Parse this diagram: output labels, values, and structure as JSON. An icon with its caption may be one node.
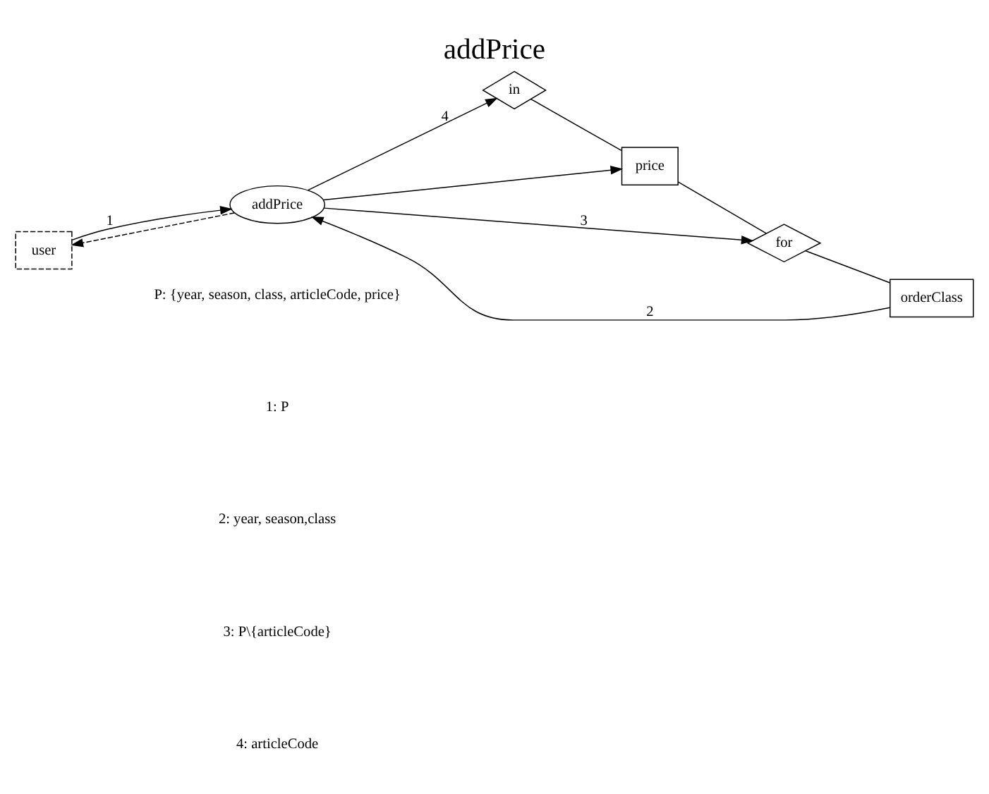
{
  "diagram": {
    "title": "addPrice",
    "nodes": [
      {
        "text": [
          "user"
        ]
      },
      {
        "text": [
          "addPrice"
        ]
      },
      {
        "text": [
          "in"
        ]
      },
      {
        "text": [
          "price"
        ]
      },
      {
        "text": [
          "for"
        ]
      },
      {
        "text": [
          "orderClass"
        ]
      }
    ],
    "edges": [
      {
        "from": 0,
        "to": 1,
        "arrow": "to",
        "label": "1"
      },
      {
        "from": 1,
        "to": 0,
        "arrow": "to",
        "style": "dashed"
      },
      {
        "from": 1,
        "to": 2,
        "arrow": "to",
        "label": "4"
      },
      {
        "from": 1,
        "to": 3,
        "arrow": "to"
      },
      {
        "from": 1,
        "to": 4,
        "arrow": "to",
        "label": "3"
      },
      {
        "from": 5,
        "to": 1,
        "arrow": "to",
        "label": "2"
      },
      {
        "from": 2,
        "to": 3,
        "arrow": "none"
      },
      {
        "from": 3,
        "to": 4,
        "arrow": "none"
      },
      {
        "from": 4,
        "to": 5,
        "arrow": "none"
      }
    ],
    "labels": [
      "P: {year, season, class, articleCode, price}",
      "1: P",
      "2: year, season,class",
      "3: P\\{articleCode}",
      "4: articleCode"
    ]
  }
}
